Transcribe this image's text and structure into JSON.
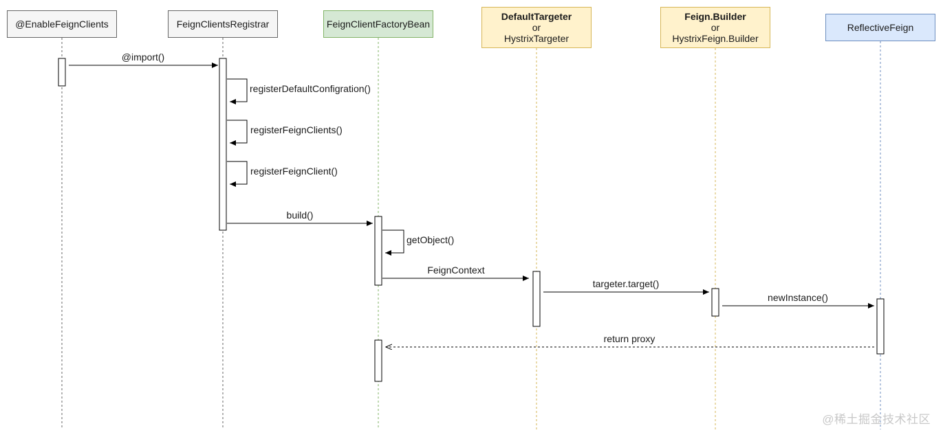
{
  "participants": [
    {
      "id": "enable",
      "title": "",
      "lines": [
        "@EnableFeignClients"
      ],
      "fill": "#f5f5f5",
      "stroke": "#666666",
      "lifeline_color": "#666666"
    },
    {
      "id": "registrar",
      "title": "",
      "lines": [
        "FeignClientsRegistrar"
      ],
      "fill": "#f5f5f5",
      "stroke": "#666666",
      "lifeline_color": "#666666"
    },
    {
      "id": "factorybean",
      "title": "",
      "lines": [
        "FeignClientFactoryBean"
      ],
      "fill": "#d5e8d4",
      "stroke": "#82b366",
      "lifeline_color": "#82b366"
    },
    {
      "id": "targeter",
      "title": "DefaultTargeter",
      "lines": [
        "or",
        "HystrixTargeter"
      ],
      "fill": "#fff2cc",
      "stroke": "#d6b656",
      "lifeline_color": "#d6b656"
    },
    {
      "id": "builder",
      "title": "Feign.Builder",
      "lines": [
        "or",
        "HystrixFeign.Builder"
      ],
      "fill": "#fff2cc",
      "stroke": "#d6b656",
      "lifeline_color": "#d6b656"
    },
    {
      "id": "reflective",
      "title": "",
      "lines": [
        "ReflectiveFeign"
      ],
      "fill": "#dae8fc",
      "stroke": "#6c8ebf",
      "lifeline_color": "#6c8ebf"
    }
  ],
  "messages": [
    {
      "id": "import",
      "label": "@import()",
      "from": "enable",
      "to": "registrar",
      "kind": "sync"
    },
    {
      "id": "reg-default",
      "label": "registerDefaultConfigration()",
      "from": "registrar",
      "to": "registrar",
      "kind": "self"
    },
    {
      "id": "reg-clients",
      "label": "registerFeignClients()",
      "from": "registrar",
      "to": "registrar",
      "kind": "self"
    },
    {
      "id": "reg-client",
      "label": "registerFeignClient()",
      "from": "registrar",
      "to": "registrar",
      "kind": "self"
    },
    {
      "id": "build",
      "label": "build()",
      "from": "registrar",
      "to": "factorybean",
      "kind": "sync"
    },
    {
      "id": "get-object",
      "label": "getObject()",
      "from": "factorybean",
      "to": "factorybean",
      "kind": "self"
    },
    {
      "id": "feign-context",
      "label": "FeignContext",
      "from": "factorybean",
      "to": "targeter",
      "kind": "sync"
    },
    {
      "id": "targeter-target",
      "label": "targeter.target()",
      "from": "targeter",
      "to": "builder",
      "kind": "sync"
    },
    {
      "id": "new-instance",
      "label": "newInstance()",
      "from": "builder",
      "to": "reflective",
      "kind": "sync"
    },
    {
      "id": "return-proxy",
      "label": "return proxy",
      "from": "reflective",
      "to": "factorybean",
      "kind": "return"
    }
  ],
  "watermark": "@稀土掘金技术社区",
  "colors": {
    "line": "#000000",
    "text": "#1a1a1a"
  }
}
